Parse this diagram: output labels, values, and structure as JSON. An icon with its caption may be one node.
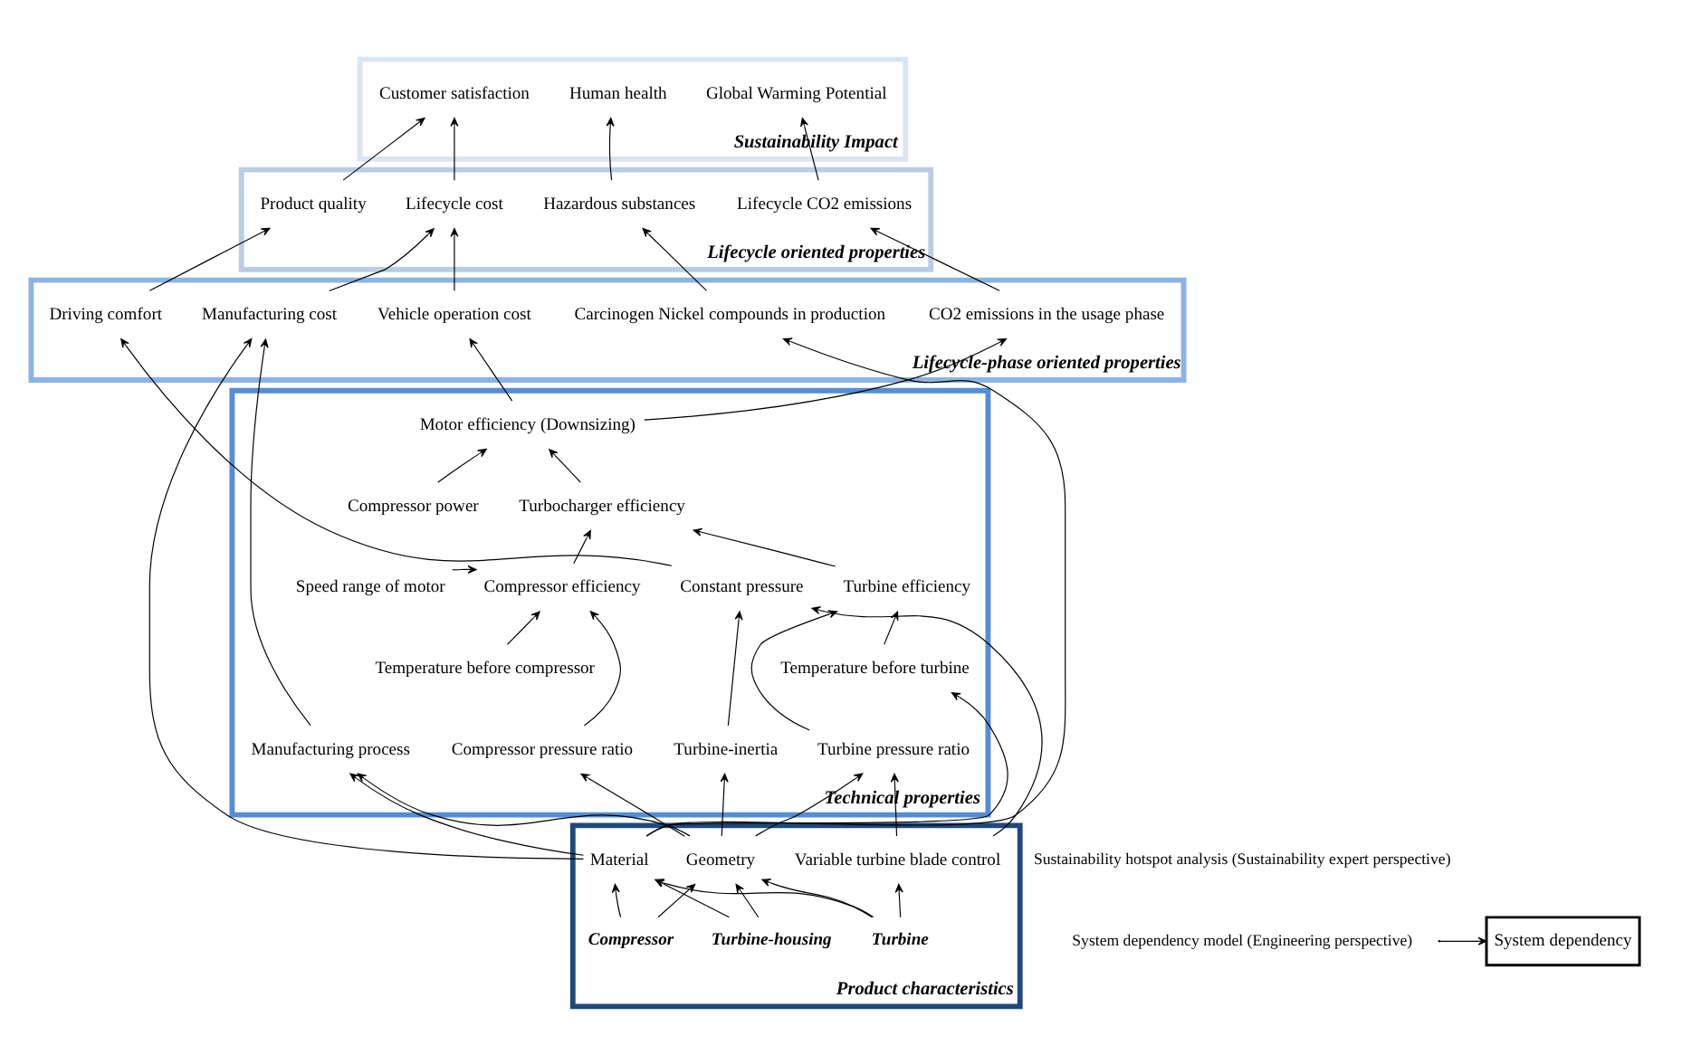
{
  "diagram": {
    "nodes": [
      {
        "text": [
          "Sustainability Impact"
        ]
      },
      {
        "text": [
          "Human health"
        ],
        "in": 0
      },
      {
        "text": [
          "Global Warming Potential"
        ],
        "in": 0
      },
      {
        "text": [
          "Customer satisfaction"
        ],
        "in": 0
      },
      {
        "text": [
          "Lifecycle oriented properties"
        ]
      },
      {
        "text": [
          "Hazardous substances"
        ],
        "in": 4
      },
      {
        "text": [
          "Lifecycle cost"
        ],
        "in": 4
      },
      {
        "text": [
          "Lifecycle CO2 emissions"
        ],
        "in": 4
      },
      {
        "text": [
          "Product quality"
        ],
        "in": 4
      },
      {
        "text": [
          "Lifecycle-phase oriented properties"
        ]
      },
      {
        "text": [
          "Manufacturing cost"
        ],
        "in": 9
      },
      {
        "text": [
          "Carcinogen Nickel compounds in production"
        ],
        "in": 9
      },
      {
        "text": [
          "Vehicle operation cost"
        ],
        "in": 9
      },
      {
        "text": [
          "CO2 emissions in the usage phase"
        ],
        "in": 9
      },
      {
        "text": [
          "Driving comfort"
        ],
        "in": 9
      },
      {
        "text": [
          "Technical properties"
        ]
      },
      {
        "text": [
          "Motor efficiency (Downsizing)"
        ],
        "in": 15
      },
      {
        "text": [
          "Compressor power"
        ],
        "in": 15
      },
      {
        "text": [
          "Speed range of motor"
        ],
        "in": 15
      },
      {
        "text": [
          "Turbocharger efficiency"
        ],
        "in": 15
      },
      {
        "text": [
          "Compressor efficiency"
        ],
        "in": 15
      },
      {
        "text": [
          "Constant pressure"
        ],
        "in": 15
      },
      {
        "text": [
          "Temperature before compressor"
        ],
        "in": 15
      },
      {
        "text": [
          "Temperature before turbine"
        ],
        "in": 15
      },
      {
        "text": [
          "Turbine efficiency"
        ],
        "in": 15
      },
      {
        "text": [
          "Manufacturing process"
        ],
        "in": 15
      },
      {
        "text": [
          "Compressor pressure ratio"
        ],
        "in": 15
      },
      {
        "text": [
          "Turbine pressure ratio"
        ],
        "in": 15
      },
      {
        "text": [
          "Turbine-inertia"
        ],
        "in": 15
      },
      {
        "text": [
          "Product characteristics"
        ]
      },
      {
        "text": [
          "Material"
        ],
        "in": 29
      },
      {
        "text": [
          "Geometry"
        ],
        "in": 29
      },
      {
        "text": [
          "Variable turbine blade control"
        ],
        "in": 29
      },
      {
        "text": [
          "Compressor"
        ],
        "in": 29
      },
      {
        "text": [
          "Turbine-housing"
        ],
        "in": 29
      },
      {
        "text": [
          "Turbine"
        ],
        "in": 29
      }
    ],
    "edges": [
      {
        "from": 5,
        "to": 1,
        "arrow": "to"
      },
      {
        "from": 7,
        "to": 2,
        "arrow": "to"
      },
      {
        "from": 6,
        "to": 3,
        "arrow": "to"
      },
      {
        "from": 8,
        "to": 3,
        "arrow": "to"
      },
      {
        "from": 10,
        "to": 6,
        "arrow": "to"
      },
      {
        "from": 12,
        "to": 6,
        "arrow": "to"
      },
      {
        "from": 11,
        "to": 5,
        "arrow": "to"
      },
      {
        "from": 13,
        "to": 7,
        "arrow": "to"
      },
      {
        "from": 14,
        "to": 8,
        "arrow": "to"
      },
      {
        "from": 25,
        "to": 10,
        "arrow": "to"
      },
      {
        "from": 30,
        "to": 10,
        "arrow": "to"
      },
      {
        "from": 30,
        "to": 11,
        "arrow": "to"
      },
      {
        "from": 16,
        "to": 12,
        "arrow": "to"
      },
      {
        "from": 16,
        "to": 13,
        "arrow": "to"
      },
      {
        "from": 21,
        "to": 14,
        "arrow": "to"
      },
      {
        "from": 17,
        "to": 16,
        "arrow": "to"
      },
      {
        "from": 19,
        "to": 16,
        "arrow": "to"
      },
      {
        "from": 18,
        "to": 20,
        "arrow": "to"
      },
      {
        "from": 22,
        "to": 20,
        "arrow": "to"
      },
      {
        "from": 26,
        "to": 20,
        "arrow": "to"
      },
      {
        "from": 20,
        "to": 19,
        "arrow": "to"
      },
      {
        "from": 24,
        "to": 19,
        "arrow": "to"
      },
      {
        "from": 23,
        "to": 24,
        "arrow": "to"
      },
      {
        "from": 27,
        "to": 24,
        "arrow": "to"
      },
      {
        "from": 32,
        "to": 21,
        "arrow": "to"
      },
      {
        "from": 28,
        "to": 21,
        "arrow": "to"
      },
      {
        "from": 31,
        "to": 25,
        "arrow": "to"
      },
      {
        "from": 30,
        "to": 25,
        "arrow": "to"
      },
      {
        "from": 30,
        "to": 23,
        "arrow": "to"
      },
      {
        "from": 31,
        "to": 26,
        "arrow": "to"
      },
      {
        "from": 31,
        "to": 27,
        "arrow": "to"
      },
      {
        "from": 31,
        "to": 28,
        "arrow": "to"
      },
      {
        "from": 32,
        "to": 27,
        "arrow": "to"
      },
      {
        "from": 33,
        "to": 30,
        "arrow": "to"
      },
      {
        "from": 33,
        "to": 31,
        "arrow": "to"
      },
      {
        "from": 34,
        "to": 30,
        "arrow": "to"
      },
      {
        "from": 34,
        "to": 31,
        "arrow": "to"
      },
      {
        "from": 35,
        "to": 30,
        "arrow": "to"
      },
      {
        "from": 35,
        "to": 31,
        "arrow": "to"
      },
      {
        "from": 35,
        "to": 32,
        "arrow": "to"
      }
    ],
    "labels": [
      "Sustainability hotspot analysis (Sustainability expert perspective)",
      "System dependency model (Engineering perspective)"
    ],
    "legend": [
      {
        "text": "System dependency"
      }
    ]
  }
}
